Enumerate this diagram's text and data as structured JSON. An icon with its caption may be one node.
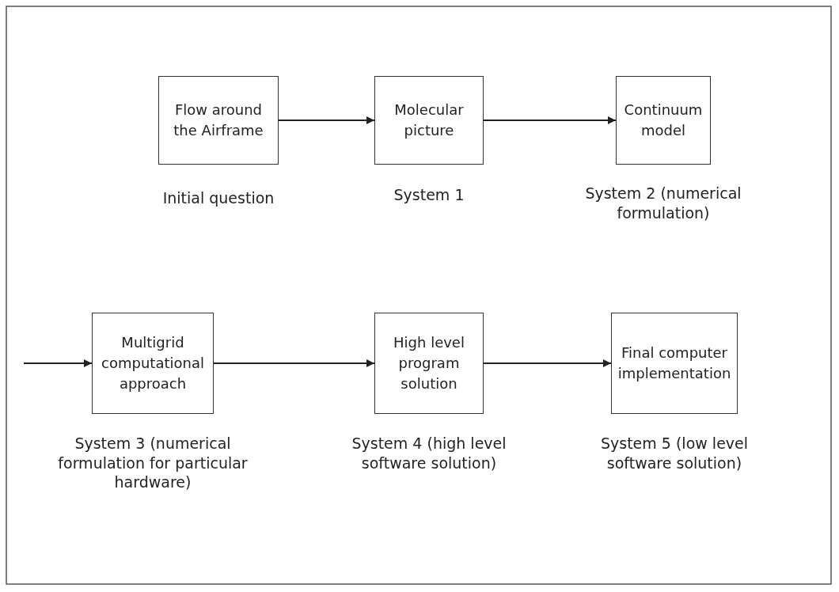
{
  "diagram": {
    "nodes": [
      {
        "text": [
          "Flow around the Airframe"
        ],
        "beside": [
          "Initial question"
        ]
      },
      {
        "text": [
          "Molecular picture"
        ],
        "beside": [
          "System 1"
        ]
      },
      {
        "text": [
          "Continuum model"
        ],
        "beside": [
          "System 2 (numerical formulation)"
        ]
      },
      {
        "text": [
          "Multigrid computational approach"
        ],
        "beside": [
          "System 3 (numerical formulation for particular hardware)"
        ]
      },
      {
        "text": [
          "High level program solution"
        ],
        "beside": [
          "System 4 (high level software solution)"
        ]
      },
      {
        "text": [
          "Final computer implementation"
        ],
        "beside": [
          "System 5 (low level software solution)"
        ]
      }
    ],
    "edges": [
      {
        "from": 0,
        "to": 1,
        "arrow": "to"
      },
      {
        "from": 1,
        "to": 2,
        "arrow": "to"
      },
      {
        "from": null,
        "to": 3,
        "arrow": "to"
      },
      {
        "from": 3,
        "to": 4,
        "arrow": "to"
      },
      {
        "from": 4,
        "to": 5,
        "arrow": "to"
      }
    ]
  }
}
